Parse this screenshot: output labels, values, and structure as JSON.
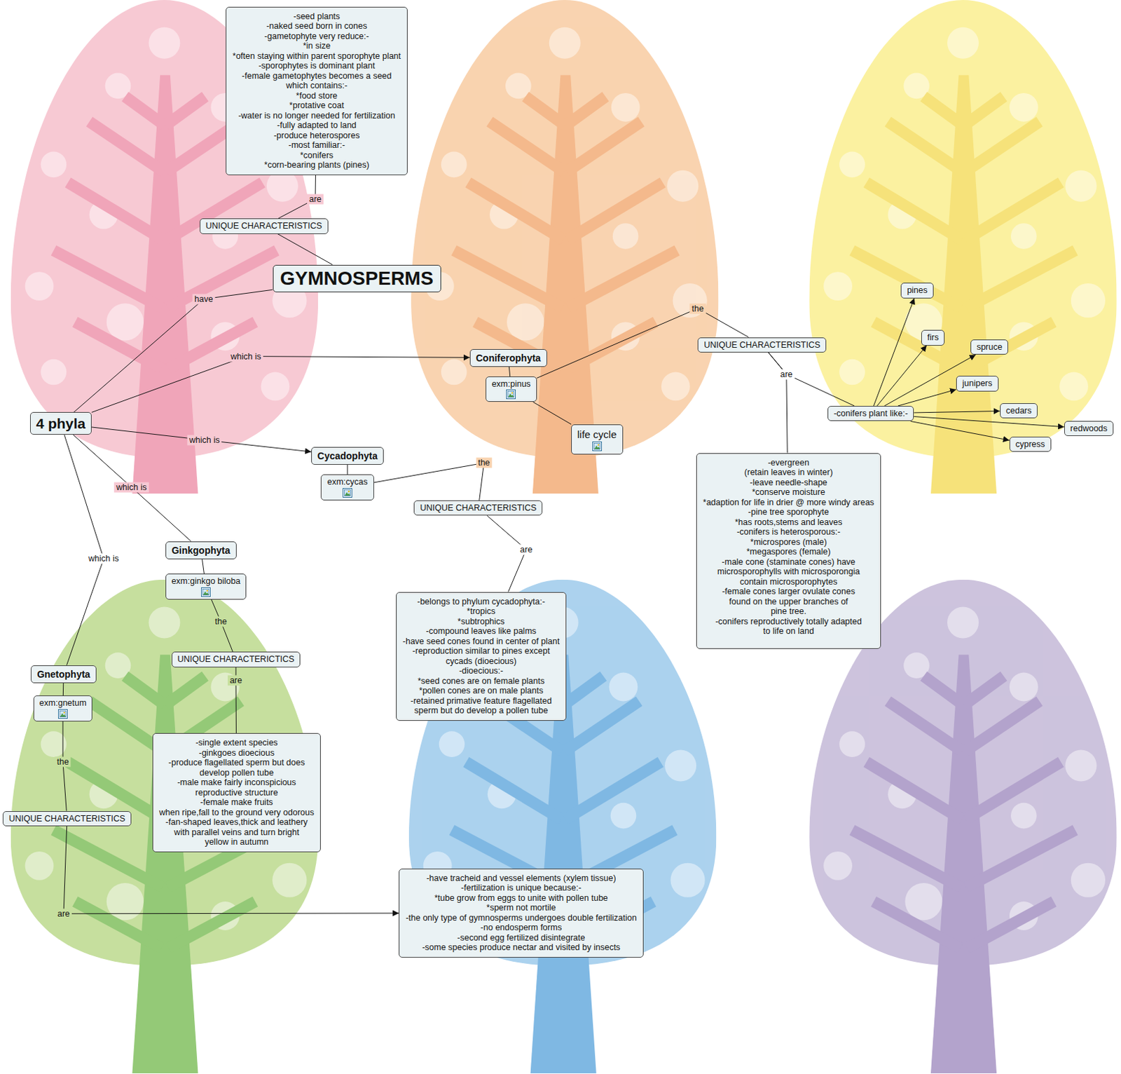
{
  "diagram": {
    "nodes": [
      {
        "text": [
          "-seed plants",
          "-naked seed born in cones",
          "-gametophyte very reduce:-",
          "*in size",
          "*often staying within parent sporophyte plant",
          "-sporophytes is dominant plant",
          "-female gametophytes becomes a seed",
          "which contains:-",
          "*food store",
          "*protative coat",
          "-water is no longer needed for fertilization",
          "-fully adapted to land",
          "-produce heterospores",
          "-most familiar:-",
          "*conifers",
          "*corn-bearing plants (pines)"
        ]
      },
      {
        "text": [
          "UNIQUE CHARACTERISTICS"
        ]
      },
      {
        "text": [
          "GYMNOSPERMS"
        ]
      },
      {
        "text": [
          "4 phyla"
        ]
      },
      {
        "text": [
          "Coniferophyta"
        ]
      },
      {
        "text": [
          "exm:pinus"
        ]
      },
      {
        "text": [
          "life cycle"
        ]
      },
      {
        "text": [
          "UNIQUE CHARACTERISTICS"
        ]
      },
      {
        "text": [
          "-evergreen",
          "(retain leaves in winter)",
          "-leave needle-shape",
          "*conserve moisture",
          "*adaption for life in drier @ more windy areas",
          "-pine tree sporophyte",
          "*has roots,stems and leaves",
          "-conifers is heterosporous:-",
          "*microspores (male)",
          "*megaspores (female)",
          "-male cone (staminate cones) have",
          "microsporophylls with microsporongia",
          "contain microsporophytes",
          "-female cones larger ovulate cones",
          "found on the upper branches of",
          "pine tree.",
          "-conifers reproductively totally adapted",
          "to life on land"
        ]
      },
      {
        "text": [
          "-conifers plant like:-"
        ]
      },
      {
        "text": [
          "pines"
        ]
      },
      {
        "text": [
          "firs"
        ]
      },
      {
        "text": [
          "spruce"
        ]
      },
      {
        "text": [
          "junipers"
        ]
      },
      {
        "text": [
          "cedars"
        ]
      },
      {
        "text": [
          "redwoods"
        ]
      },
      {
        "text": [
          "cypress"
        ]
      },
      {
        "text": [
          "Cycadophyta"
        ]
      },
      {
        "text": [
          "exm:cycas"
        ]
      },
      {
        "text": [
          "UNIQUE CHARACTERISTICS"
        ]
      },
      {
        "text": [
          "-belongs to phylum cycadophyta:-",
          "*tropics",
          "*subtrophics",
          "-compound leaves like palms",
          "-have seed cones found in center of plant",
          "-reproduction similar to pines except",
          "cycads (dioecious)",
          "-dioecious:-",
          "*seed cones are on female plants",
          "*pollen cones are on male plants",
          "-retained primative feature flagellated",
          "sperm but do develop a pollen tube"
        ]
      },
      {
        "text": [
          "Ginkgophyta"
        ]
      },
      {
        "text": [
          "exm:ginkgo biloba"
        ]
      },
      {
        "text": [
          "UNIQUE CHARACTERICTICS"
        ]
      },
      {
        "text": [
          "-single extent species",
          "-ginkgoes dioecious",
          "-produce flagellated sperm but does",
          "develop pollen tube",
          "-male make fairly inconspicious",
          "reproductive structure",
          "-female make fruits",
          "when ripe,fall to the ground very odorous",
          "-fan-shaped leaves,thick and leathery",
          "with parallel veins and turn bright",
          "yellow in autumn"
        ]
      },
      {
        "text": [
          "Gnetophyta"
        ]
      },
      {
        "text": [
          "exm:gnetum"
        ]
      },
      {
        "text": [
          "UNIQUE CHARACTERISTICS"
        ]
      },
      {
        "text": [
          "-have tracheid and vessel elements (xylem tissue)",
          "-fertilization is unique because:-",
          "*tube grow from eggs to unite with pollen tube",
          "*sperm not mortile",
          "-the only type of gymnosperms undergoes double fertilization",
          "-no endosperm forms",
          "-second egg fertilized disintegrate",
          "-some species produce nectar and visited by insects"
        ]
      }
    ],
    "edges": [
      {
        "from": 2,
        "to": 1,
        "arrow": "none"
      },
      {
        "from": 1,
        "to": 0,
        "label": "are",
        "arrow": "none"
      },
      {
        "from": 2,
        "to": 3,
        "label": "have",
        "arrow": "none"
      },
      {
        "from": 3,
        "to": 4,
        "label": "which is",
        "arrow": "to"
      },
      {
        "from": 3,
        "to": 17,
        "label": "which is",
        "arrow": "to"
      },
      {
        "from": 3,
        "to": 21,
        "label": "which is",
        "arrow": "none"
      },
      {
        "from": 3,
        "to": 25,
        "label": "which is",
        "arrow": "none"
      },
      {
        "from": 4,
        "to": 5,
        "arrow": "none"
      },
      {
        "from": 5,
        "to": 6,
        "arrow": "none"
      },
      {
        "from": 5,
        "to": 7,
        "label": "the",
        "arrow": "none"
      },
      {
        "from": 7,
        "to": 8,
        "label": "are",
        "arrow": "none"
      },
      {
        "from": 7,
        "to": 9,
        "arrow": "none"
      },
      {
        "from": 9,
        "to": 10,
        "arrow": "to"
      },
      {
        "from": 9,
        "to": 11,
        "arrow": "to"
      },
      {
        "from": 9,
        "to": 12,
        "arrow": "to"
      },
      {
        "from": 9,
        "to": 13,
        "arrow": "to"
      },
      {
        "from": 9,
        "to": 14,
        "arrow": "to"
      },
      {
        "from": 9,
        "to": 15,
        "arrow": "to"
      },
      {
        "from": 9,
        "to": 16,
        "arrow": "to"
      },
      {
        "from": 17,
        "to": 18,
        "arrow": "none"
      },
      {
        "from": 18,
        "to": 19,
        "label": "the",
        "arrow": "none"
      },
      {
        "from": 19,
        "to": 20,
        "label": "are",
        "arrow": "none"
      },
      {
        "from": 21,
        "to": 22,
        "arrow": "none"
      },
      {
        "from": 22,
        "to": 23,
        "label": "the",
        "arrow": "none"
      },
      {
        "from": 23,
        "to": 24,
        "label": "are",
        "arrow": "none"
      },
      {
        "from": 25,
        "to": 26,
        "arrow": "none"
      },
      {
        "from": 26,
        "to": 27,
        "label": "the",
        "arrow": "none"
      },
      {
        "from": 27,
        "to": 28,
        "label": "are",
        "arrow": "to"
      }
    ]
  }
}
